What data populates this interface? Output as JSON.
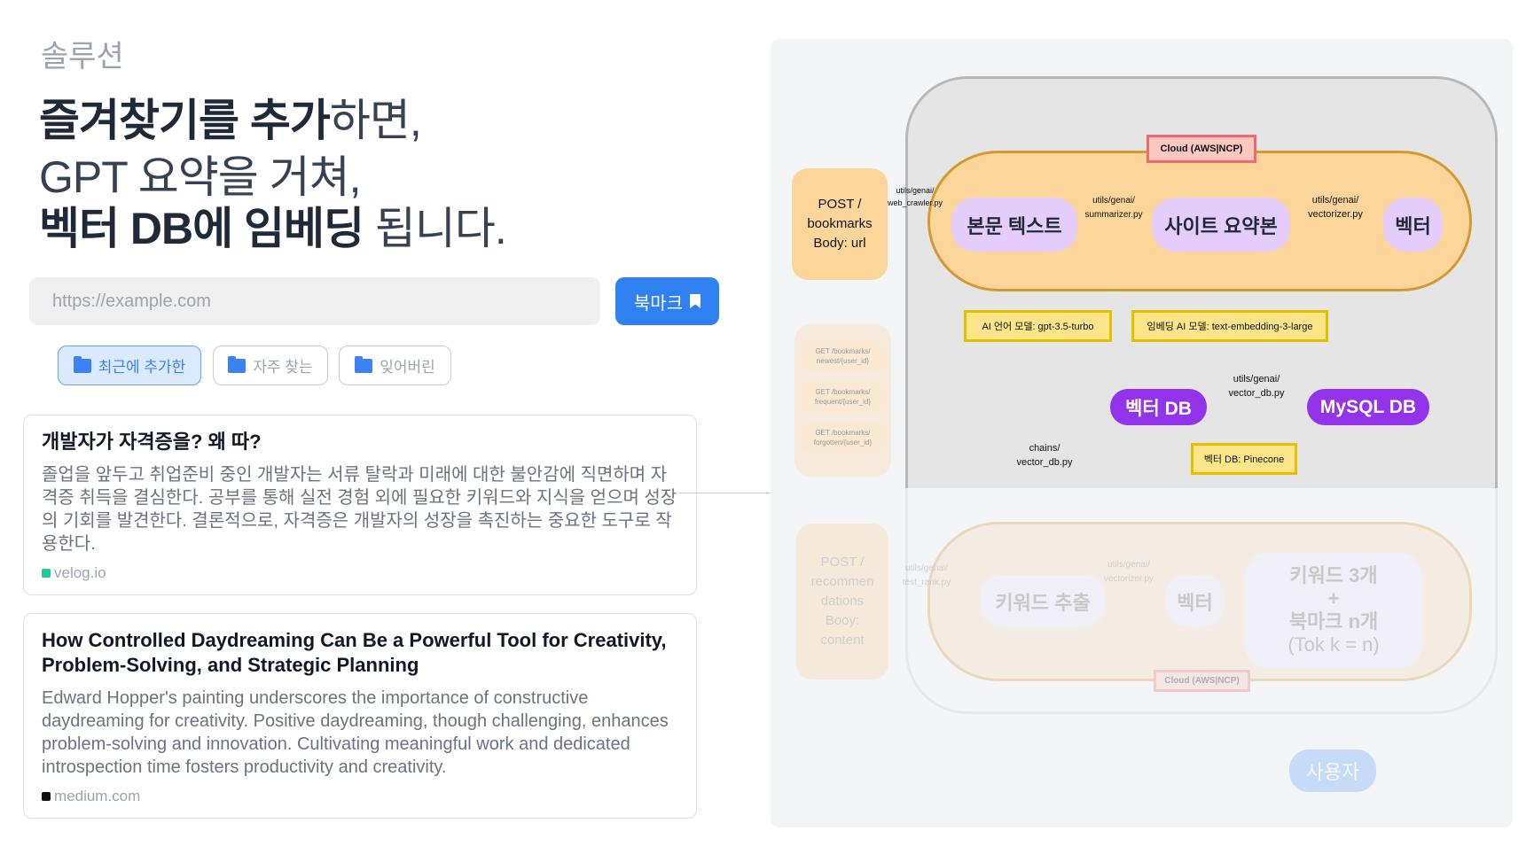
{
  "eyebrow": "솔루션",
  "headline": {
    "l1_bold": "즐겨찾기를 추가",
    "l1_rest": "하면,",
    "l2": "GPT 요약을 거쳐,",
    "l3_bold": "벡터 DB에 임베딩",
    "l3_rest": " 됩니다."
  },
  "url_input": {
    "placeholder": "https://example.com",
    "value": ""
  },
  "bookmark_button": "북마크",
  "tabs": [
    {
      "label": "최근에 추가한",
      "active": true
    },
    {
      "label": "자주 찾는",
      "active": false
    },
    {
      "label": "잊어버린",
      "active": false
    }
  ],
  "cards": [
    {
      "title": "개발자가 자격증을? 왜 따?",
      "summary": "졸업을 앞두고 취업준비 중인 개발자는 서류 탈락과 미래에 대한 불안감에 직면하며 자격증 취득을 결심한다. 공부를 통해 실전 경험 외에 필요한 키워드와 지식을 얻으며 성장의 기회를 발견한다. 결론적으로, 자격증은 개발자의 성장을 촉진하는 중요한 도구로 작용한다.",
      "source": "velog.io",
      "favicon_color": "#20c997"
    },
    {
      "title": "How Controlled Daydreaming Can Be a Powerful Tool for Creativity, Problem-Solving, and Strategic Planning",
      "summary": "Edward Hopper's painting underscores the importance of constructive daydreaming for creativity. Positive daydreaming, though challenging, enhances problem-solving and innovation. Cultivating meaningful work and dedicated introspection time fosters productivity and creativity.",
      "source": "medium.com",
      "favicon_color": "#111111"
    }
  ],
  "diagram": {
    "cloud": "Cloud (AWS|NCP)",
    "post_bookmarks": [
      "POST /",
      "bookmarks",
      "Body: url"
    ],
    "web_crawler": [
      "utils/genai/",
      "web_crawler.py"
    ],
    "summarizer": [
      "utils/genai/",
      "summarizer.py"
    ],
    "vectorizer": [
      "utils/genai/",
      "vectorizer.py"
    ],
    "body_text": "본문 텍스트",
    "site_summary": "사이트 요약본",
    "vector": "벡터",
    "ai_model": "AI 언어 모델: gpt-3.5-turbo",
    "embed_model": "임베딩 AI 모델: text-embedding-3-large",
    "vector_db": "벡터 DB",
    "mysql_db": "MySQL DB",
    "vector_db_py": [
      "utils/genai/",
      "vector_db.py"
    ],
    "chains": [
      "chains/",
      "vector_db.py"
    ],
    "pinecone": "벡터 DB: Pinecone",
    "get_endpoints": [
      [
        "GET /bookmarks/",
        "newest/{user_id}"
      ],
      [
        "GET /bookmarks/",
        "frequent/{user_id}"
      ],
      [
        "GET /bookmarks/",
        "forgotten/{user_id}"
      ]
    ],
    "post_recs": [
      "POST /",
      "recommen",
      "dations",
      "Booy:",
      "content"
    ],
    "test_rank": [
      "utils/genai/",
      "test_rank.py"
    ],
    "keyword_extract": "키워드 추출",
    "result": [
      "키워드 3개",
      "+",
      "북마크 n개",
      "(Tok k = n)"
    ],
    "user": "사용자"
  },
  "colors": {
    "accent": "#2f80f0",
    "purple": "#9333ea",
    "orange": "#fcd59b"
  }
}
